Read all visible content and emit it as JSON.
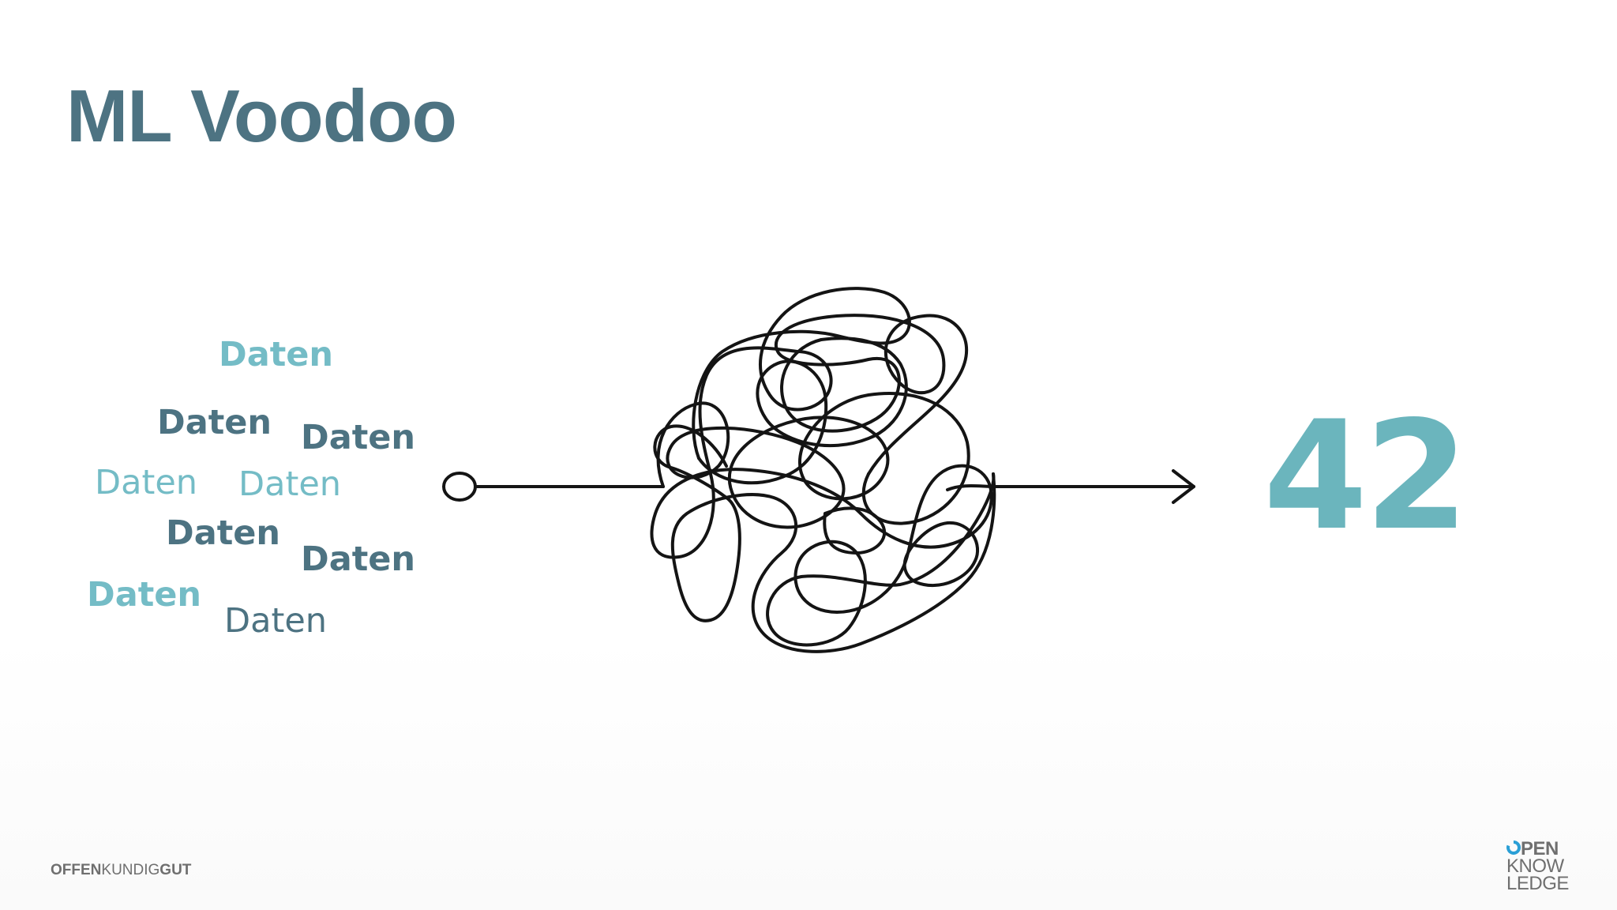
{
  "slide": {
    "title": "ML Voodoo",
    "input_words": [
      {
        "text": "Daten",
        "style": "bold-teal"
      },
      {
        "text": "Daten",
        "style": "bold-dark"
      },
      {
        "text": "Daten",
        "style": "bold-dark"
      },
      {
        "text": "Daten",
        "style": "light-teal"
      },
      {
        "text": "Daten",
        "style": "light-teal"
      },
      {
        "text": "Daten",
        "style": "bold-dark"
      },
      {
        "text": "Daten",
        "style": "bold-dark"
      },
      {
        "text": "Daten",
        "style": "bold-teal"
      },
      {
        "text": "Daten",
        "style": "light-dark"
      }
    ],
    "result": "42",
    "footer": {
      "left_part1": "OFFEN",
      "left_part2": "KUNDIG",
      "left_part3": "GUT",
      "logo_line1_rest": "PEN",
      "logo_line2": "KNOW",
      "logo_line3": "LEDGE"
    },
    "colors": {
      "title": "#4d7382",
      "teal": "#74bcc6",
      "dark": "#4d7382",
      "result": "#6bb5bd",
      "logo_accent": "#2a9fd6",
      "footer_text": "#6f6f6f"
    },
    "graphic": {
      "start_marker": "circle",
      "middle": "tangled-scribble",
      "end_marker": "arrow-head"
    }
  }
}
